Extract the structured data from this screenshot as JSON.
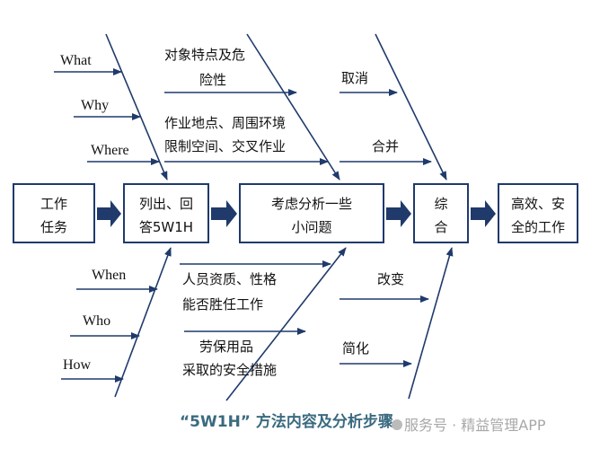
{
  "boxes": [
    "工作",
    "任务",
    "列出、回",
    "答5W1H",
    "考虑分析一些",
    "小问题",
    "综",
    "合",
    "高效、安",
    "全的工作"
  ],
  "questions": {
    "what": "What",
    "why": "Why",
    "where": "Where",
    "when": "When",
    "who": "Who",
    "how": "How"
  },
  "middle_top": [
    "对象特点及危",
    "险性",
    "作业地点、周围环境",
    "限制空间、交叉作业"
  ],
  "middle_bottom": [
    "人员资质、性格",
    "能否胜任工作",
    "劳保用品",
    "采取的安全措施"
  ],
  "actions": {
    "cancel": "取消",
    "merge": "合并",
    "change": "改变",
    "simplify": "简化"
  },
  "caption": "“5W1H” 方法内容及分析步骤",
  "watermark": "服务号 · 精益管理APP",
  "colors": {
    "line": "#1f3a6b",
    "caption": "#3a6a80"
  }
}
